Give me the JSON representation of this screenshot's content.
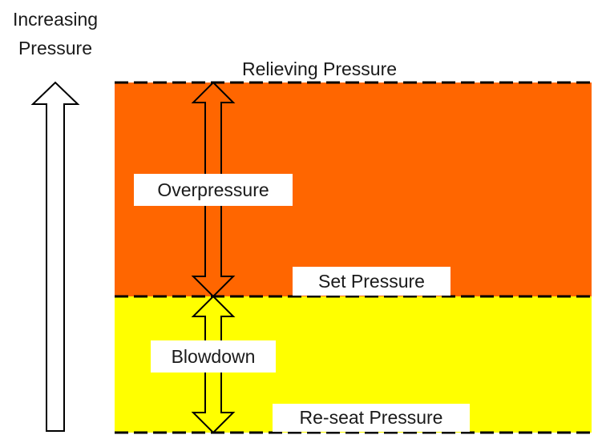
{
  "axis_label": {
    "line1": "Increasing",
    "line2": "Pressure"
  },
  "levels": {
    "relieving": "Relieving Pressure",
    "set": "Set Pressure",
    "reseat": "Re-seat Pressure"
  },
  "spans": {
    "overpressure": "Overpressure",
    "blowdown": "Blowdown"
  },
  "colors": {
    "overpressure_zone": "#ff6600",
    "blowdown_zone": "#ffff00",
    "line": "#000000"
  },
  "icons": {
    "axis_arrow": "up-arrow-icon",
    "overpressure_arrow": "double-arrow-icon",
    "blowdown_arrow": "double-arrow-icon"
  }
}
